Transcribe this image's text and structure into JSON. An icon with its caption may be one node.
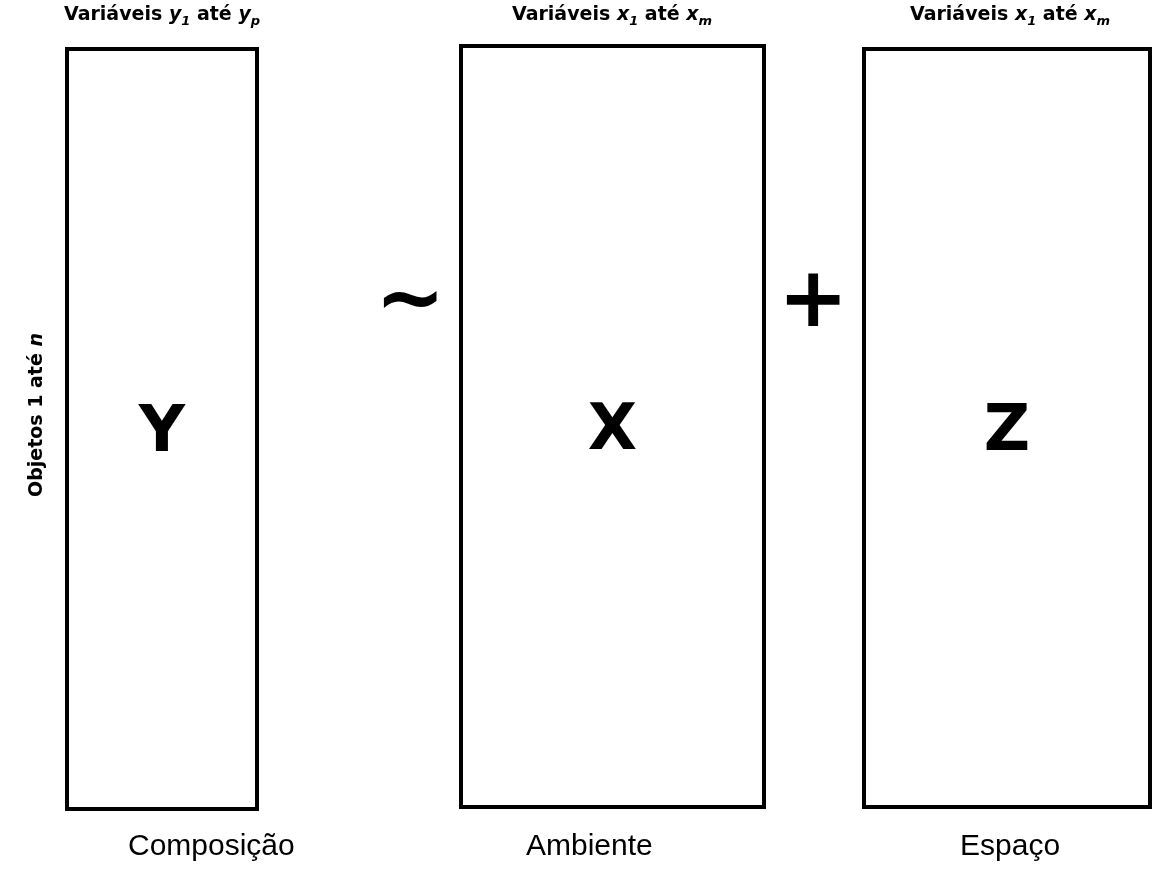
{
  "diagram": {
    "nodes": [
      {
        "text": [
          "Variáveis *y*$_{1}$ até *y*$_{p}$",
          "Y"
        ],
        "beside": [
          "Composição"
        ]
      },
      {
        "text": [
          "Variáveis *x*$_{1}$ até *x*$_{m}$",
          "X"
        ],
        "beside": [
          "Ambiente"
        ]
      },
      {
        "text": [
          "Variáveis *x*$_{1}$ até *x*$_{m}$",
          "Z"
        ],
        "beside": [
          "Espaço"
        ]
      }
    ],
    "edges": [],
    "labels": [
      "Objetos 1 até *n*",
      "~",
      "+"
    ]
  }
}
